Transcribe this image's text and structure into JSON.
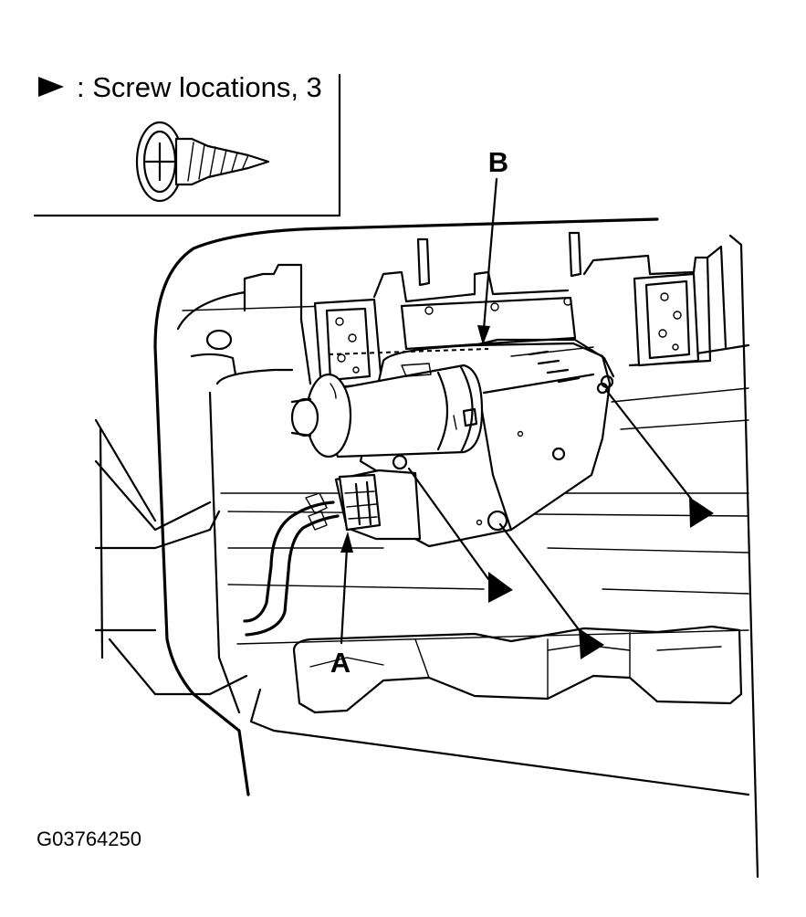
{
  "legend": {
    "screw_text": ": Screw locations, 3",
    "marker_icon": "solid-right-triangle"
  },
  "callouts": {
    "a": "A",
    "b": "B"
  },
  "figure_id": "G03764250",
  "colors": {
    "ink": "#000000",
    "paper": "#ffffff"
  }
}
